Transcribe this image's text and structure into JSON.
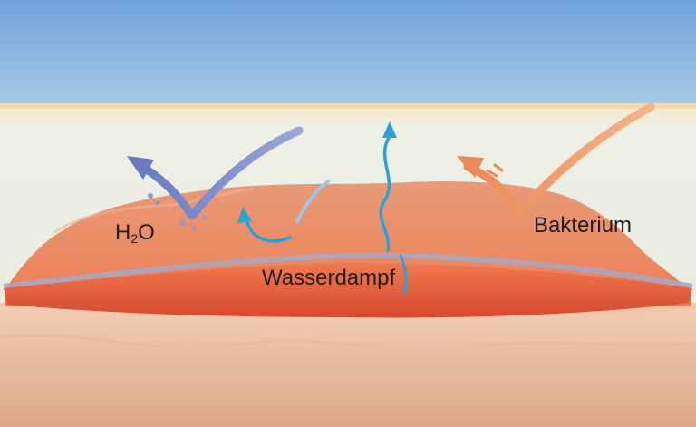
{
  "labels": {
    "water_main": "H",
    "water_sub": "2",
    "water_tail": "O",
    "bacterium": "Bakterium",
    "vapor": "Wasserdampf"
  },
  "colors": {
    "sky": "#8fb8e2",
    "film": "#eef0e6",
    "wound": "#e98863",
    "wound_core": "#e0533a",
    "skin": "#e6b89a",
    "water_arrow": "#6f7fc4",
    "bacterium_arrow": "#ee9a68",
    "vapor_arrow": "#2aa2d8"
  },
  "icons": [
    "water-arrow-icon",
    "bacterium-arrow-icon",
    "vapor-arrow-icon"
  ]
}
